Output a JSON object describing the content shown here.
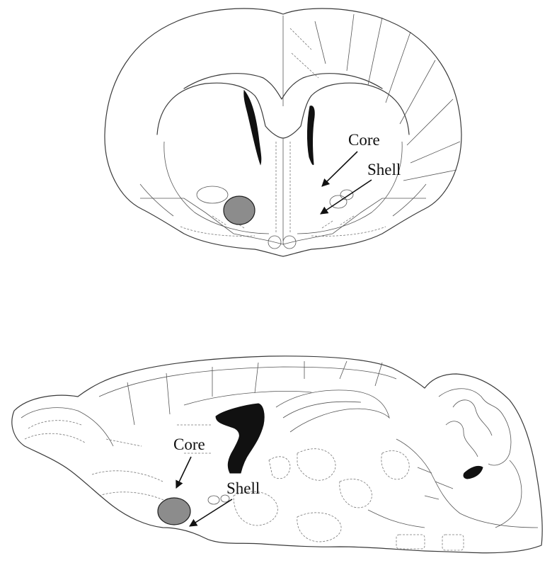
{
  "coronal": {
    "labels": {
      "core": "Core",
      "shell": "Shell"
    },
    "injection_site_color": "#8c8c8c"
  },
  "sagittal": {
    "labels": {
      "core": "Core",
      "shell": "Shell"
    },
    "injection_site_color": "#8c8c8c"
  },
  "colors": {
    "ventricle": "#111111",
    "line": "#3a3a3a"
  }
}
